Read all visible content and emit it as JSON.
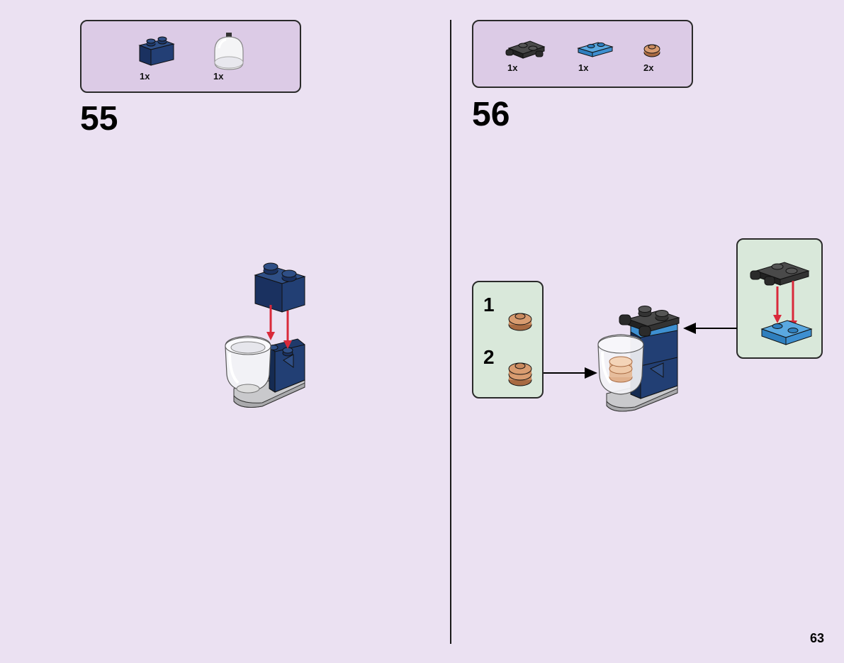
{
  "page_number": "63",
  "steps": [
    {
      "number": "55",
      "parts": [
        {
          "qty": "1x",
          "part": "dark-blue-brick-1x2"
        },
        {
          "qty": "1x",
          "part": "transparent-dome"
        }
      ]
    },
    {
      "number": "56",
      "parts": [
        {
          "qty": "1x",
          "part": "black-plate-with-clips"
        },
        {
          "qty": "1x",
          "part": "medium-blue-plate-1x2"
        },
        {
          "qty": "2x",
          "part": "tan-round-plate"
        }
      ],
      "substeps": [
        {
          "number": "1"
        },
        {
          "number": "2"
        }
      ]
    }
  ],
  "colors": {
    "background": "#ebe1f2",
    "parts_box": "#dccbe6",
    "sub_box": "#d9e8da",
    "dark_blue": "#1f3a6b",
    "medium_blue": "#3e8fd0",
    "black_part": "#2b2b2b",
    "tan": "#c98a5f",
    "arrow_red": "#d9293a"
  }
}
